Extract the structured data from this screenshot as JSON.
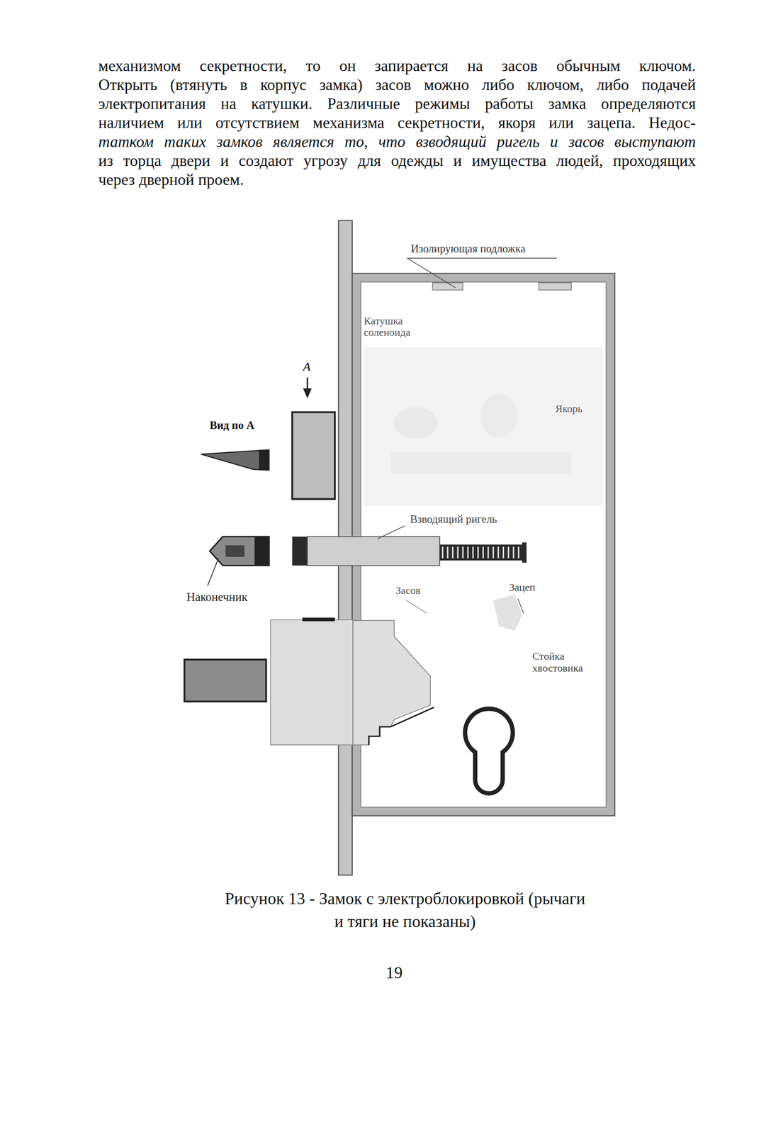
{
  "diagram": {
    "caption": "Рисунок 13 - Замок с электроблокировкой (рычаги и тяги не показаны)",
    "labels": [
      "механизмом секретности, то он запирается на засов обычным ключом.",
      "Открыть (втянуть в корпус замка) засов можно либо ключом, либо подачей",
      "электропитания на катушки. Различные режимы работы замка определяются",
      "наличием или отсутствием механизма секретности, якоря или зацепа. Недос-",
      "татком таких замков является то, что взводящий ригель и засов выступают",
      "из торца двери и создают угрозу для одежды и имущества людей, проходящих",
      "через дверной проем.",
      "Изолирующая подложка",
      "Катушка соленоида",
      "А",
      "Вид по А",
      "Якорь",
      "Взводящий ригель",
      "Наконечник",
      "Засов",
      "Зацеп",
      "Стойка хвостовика",
      "19"
    ]
  }
}
